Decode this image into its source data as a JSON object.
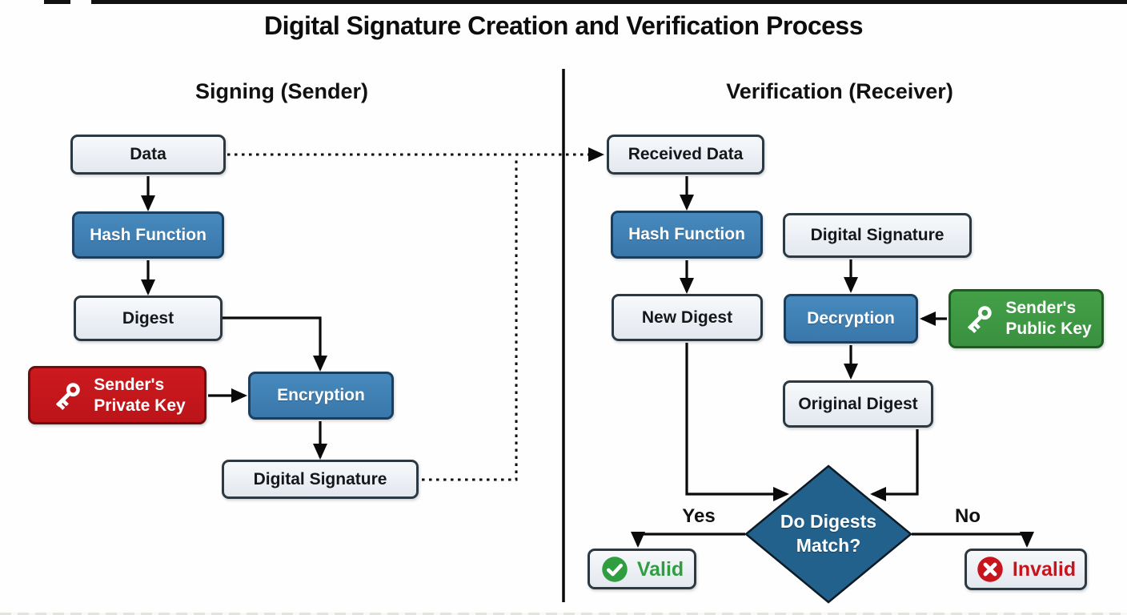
{
  "title": "Digital Signature Creation and Verification Process",
  "sections": {
    "left": "Signing (Sender)",
    "right": "Verification (Receiver)"
  },
  "nodes": {
    "data": {
      "label": "Data"
    },
    "hash_function_left": {
      "label": "Hash Function"
    },
    "digest": {
      "label": "Digest"
    },
    "private_key": {
      "line1": "Sender's",
      "line2": "Private Key",
      "icon": "key-icon"
    },
    "encryption": {
      "label": "Encryption"
    },
    "digital_signature_left": {
      "label": "Digital Signature"
    },
    "received_data": {
      "label": "Received Data"
    },
    "hash_function_right": {
      "label": "Hash Function"
    },
    "new_digest": {
      "label": "New Digest"
    },
    "digital_signature_right": {
      "label": "Digital Signature"
    },
    "decryption": {
      "label": "Decryption"
    },
    "public_key": {
      "line1": "Sender's",
      "line2": "Public Key",
      "icon": "key-icon"
    },
    "original_digest": {
      "label": "Original Digest"
    },
    "decision": {
      "line1": "Do Digests",
      "line2": "Match?"
    },
    "valid": {
      "label": "Valid",
      "icon": "check-circle-icon"
    },
    "invalid": {
      "label": "Invalid",
      "icon": "x-circle-icon"
    }
  },
  "edge_labels": {
    "yes": "Yes",
    "no": "No"
  },
  "edges": [
    {
      "from": "data",
      "to": "hash_function_left",
      "style": "solid"
    },
    {
      "from": "hash_function_left",
      "to": "digest",
      "style": "solid"
    },
    {
      "from": "digest",
      "to": "encryption",
      "style": "solid"
    },
    {
      "from": "private_key",
      "to": "encryption",
      "style": "solid"
    },
    {
      "from": "encryption",
      "to": "digital_signature_left",
      "style": "solid"
    },
    {
      "from": "data",
      "to": "received_data",
      "style": "dotted"
    },
    {
      "from": "digital_signature_left",
      "to": "received_data",
      "style": "dotted"
    },
    {
      "from": "received_data",
      "to": "hash_function_right",
      "style": "solid"
    },
    {
      "from": "hash_function_right",
      "to": "new_digest",
      "style": "solid"
    },
    {
      "from": "new_digest",
      "to": "decision",
      "style": "solid"
    },
    {
      "from": "digital_signature_right",
      "to": "decryption",
      "style": "solid"
    },
    {
      "from": "public_key",
      "to": "decryption",
      "style": "solid"
    },
    {
      "from": "decryption",
      "to": "original_digest",
      "style": "solid"
    },
    {
      "from": "original_digest",
      "to": "decision",
      "style": "solid"
    },
    {
      "from": "decision",
      "to": "valid",
      "style": "solid",
      "label": "Yes"
    },
    {
      "from": "decision",
      "to": "invalid",
      "style": "solid",
      "label": "No"
    }
  ],
  "colors": {
    "process_blue": "#3D7EB4",
    "decision_blue": "#21618C",
    "key_red": "#C4191D",
    "key_green": "#3F9B43",
    "valid_green": "#2F9E41",
    "invalid_red": "#C8151B",
    "box_fill": "#E9EDF2",
    "box_border": "#2C3842",
    "arrow_black": "#0A0A0A"
  }
}
